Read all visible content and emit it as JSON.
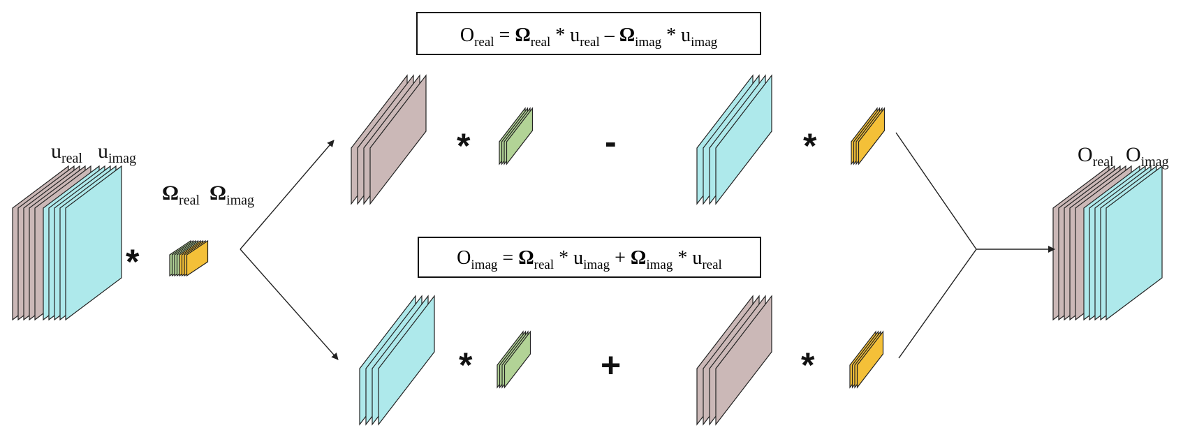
{
  "colors": {
    "real_feature": "#cbb8b7",
    "imag_feature": "#aee9eb",
    "real_kernel": "#b2d396",
    "imag_kernel": "#f4c038",
    "line": "#222222"
  },
  "labels": {
    "u_real": {
      "base": "u",
      "sub": "real"
    },
    "u_imag": {
      "base": "u",
      "sub": "imag"
    },
    "omega_real": {
      "base": "Ω",
      "sub": "real"
    },
    "omega_imag": {
      "base": "Ω",
      "sub": "imag"
    },
    "o_real": {
      "base": "O",
      "sub": "real"
    },
    "o_imag": {
      "base": "O",
      "sub": "imag"
    }
  },
  "operators": {
    "conv": "*",
    "minus": "-",
    "plus": "+",
    "equals": "=",
    "eq_minus": "–",
    "eq_plus": "+"
  },
  "equations": {
    "real": "O_real = Ω_real * u_real – Ω_imag * u_imag",
    "imag": "O_imag = Ω_real * u_imag + Ω_imag * u_real"
  }
}
